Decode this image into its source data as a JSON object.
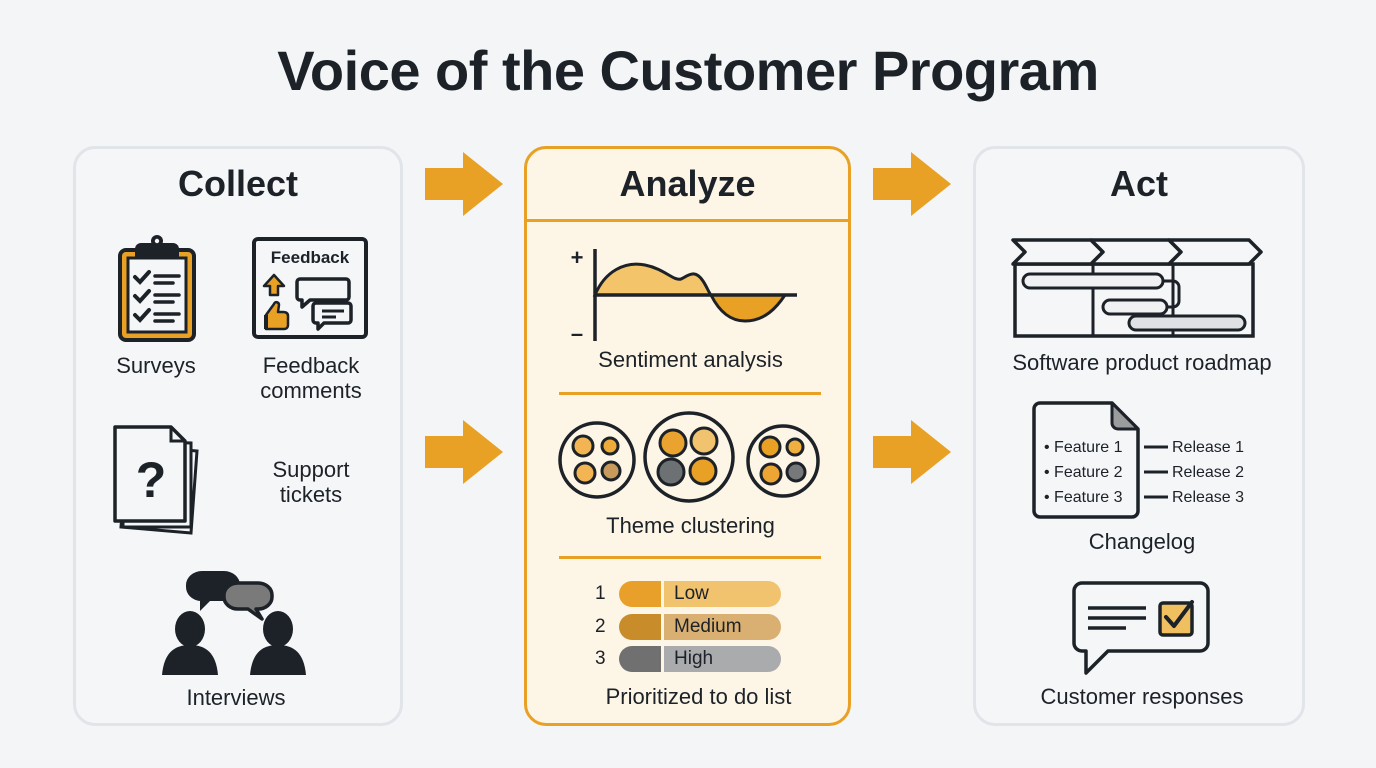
{
  "title": "Voice of the Customer Program",
  "colors": {
    "accent": "#e8a025",
    "accent_light": "#f3c46a",
    "dark": "#1c2228",
    "gray": "#707070",
    "panel_border": "#e1e4e8",
    "analyze_bg": "#fdf5e6"
  },
  "stages": {
    "collect": {
      "title": "Collect",
      "items": [
        {
          "label": "Surveys",
          "icon": "clipboard-checklist-icon"
        },
        {
          "label_line1": "Feedback",
          "label_line2": "comments",
          "icon": "feedback-board-icon",
          "icon_text": "Feedback"
        },
        {
          "label_line1": "Support",
          "label_line2": "tickets",
          "icon": "question-documents-icon",
          "icon_text": "?"
        },
        {
          "label": "Interviews",
          "icon": "people-conversation-icon"
        }
      ]
    },
    "analyze": {
      "title": "Analyze",
      "items": [
        {
          "label": "Sentiment analysis",
          "icon": "sentiment-wave-icon",
          "plus": "+",
          "minus": "–"
        },
        {
          "label": "Theme clustering",
          "icon": "clusters-icon"
        },
        {
          "label": "Prioritized to do list",
          "icon": "priority-list-icon"
        }
      ],
      "priorities": [
        {
          "num": "1",
          "level": "Low",
          "color_left": "#e9a02a",
          "color_right": "#f2c36f"
        },
        {
          "num": "2",
          "level": "Medium",
          "color_left": "#c98c2a",
          "color_right": "#d9b072"
        },
        {
          "num": "3",
          "level": "High",
          "color_left": "#707070",
          "color_right": "#a9abad"
        }
      ]
    },
    "act": {
      "title": "Act",
      "items": [
        {
          "label": "Software product roadmap",
          "icon": "roadmap-gantt-icon"
        },
        {
          "label": "Changelog",
          "icon": "changelog-document-icon"
        },
        {
          "label": "Customer responses",
          "icon": "chat-checkbox-icon"
        }
      ],
      "changelog": {
        "features": [
          "• Feature 1",
          "• Feature 2",
          "• Feature 3"
        ],
        "releases": [
          "Release 1",
          "Release 2",
          "Release 3"
        ]
      }
    }
  }
}
